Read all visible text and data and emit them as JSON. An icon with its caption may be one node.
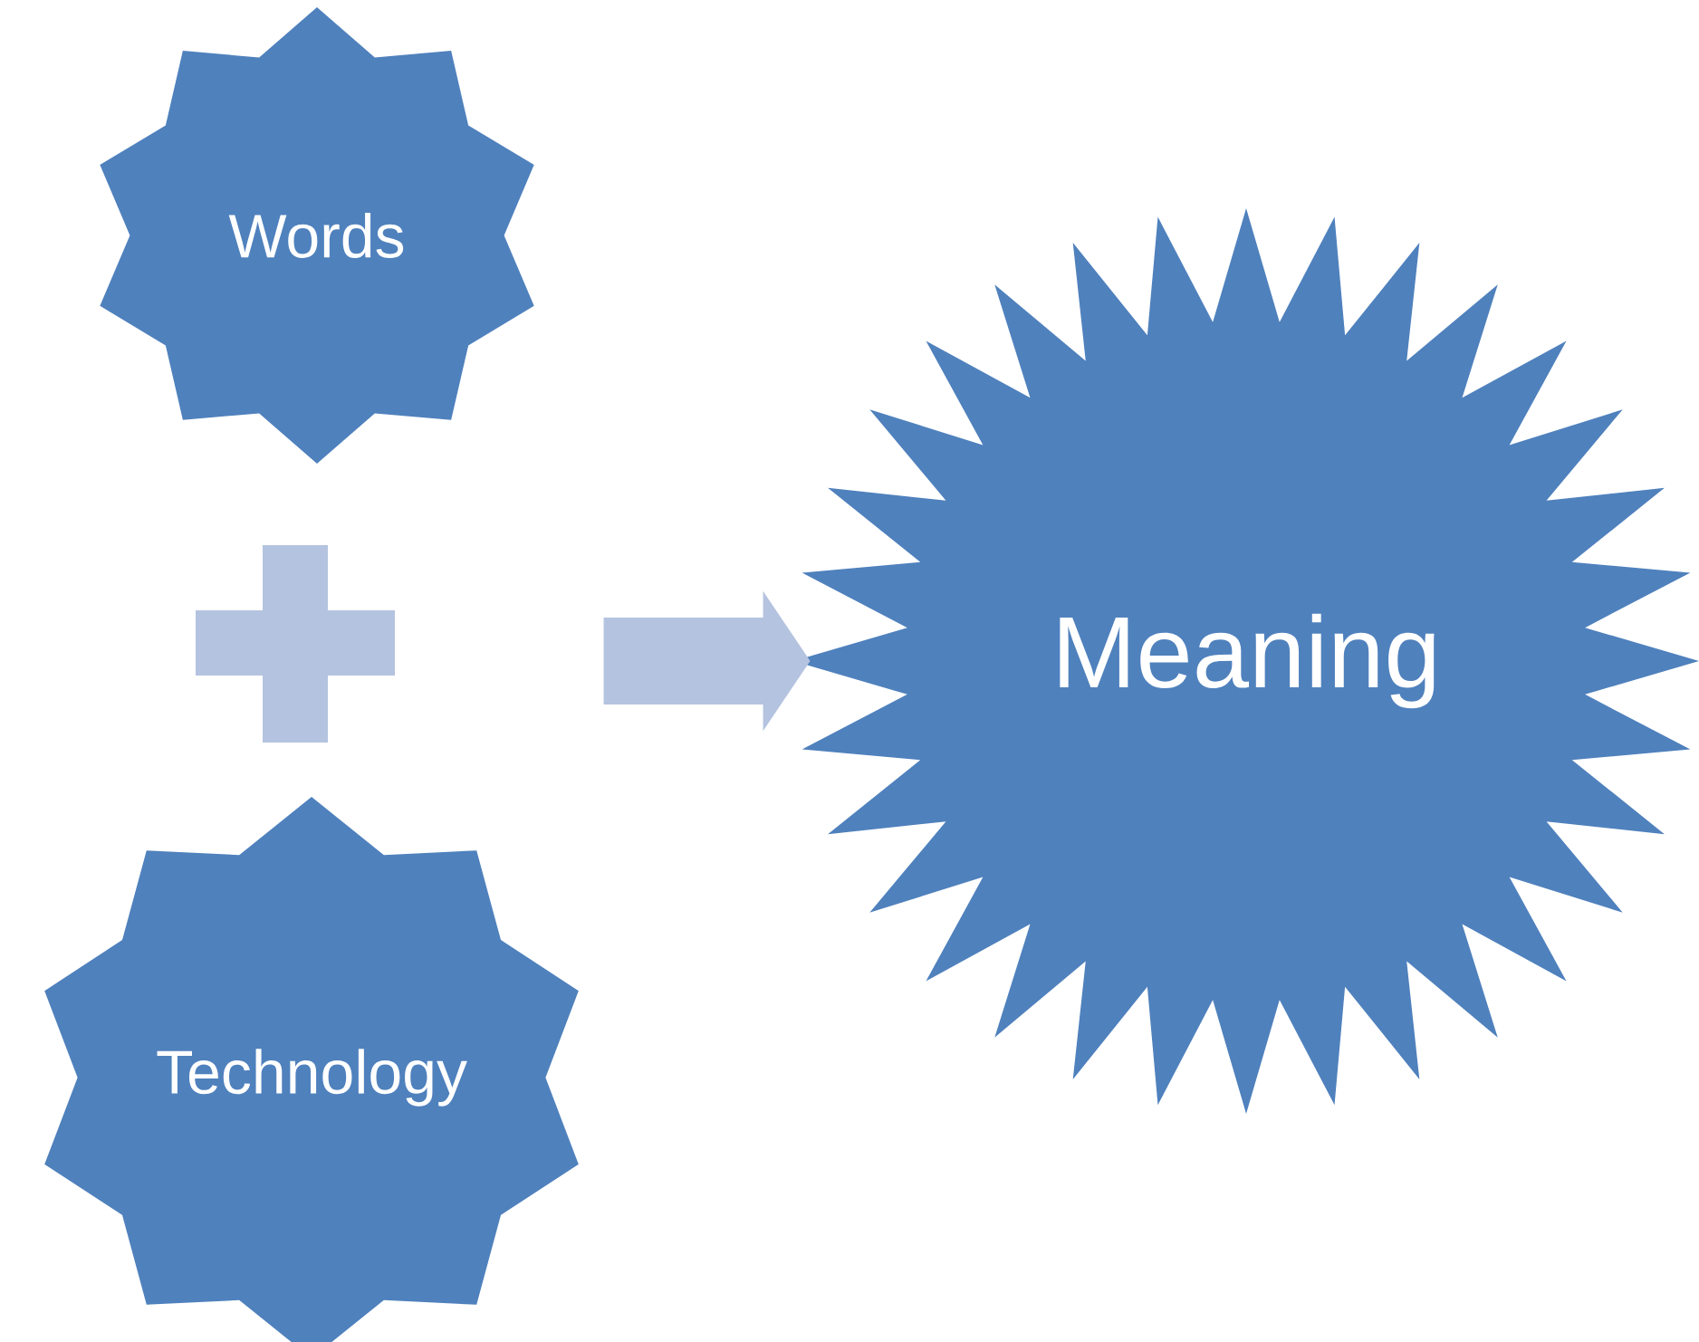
{
  "diagram": {
    "nodes": [
      {
        "text": [
          "Words"
        ]
      },
      {
        "text": [
          "Technology"
        ]
      },
      {
        "text": [
          "Meaning"
        ]
      }
    ],
    "edges": [
      {
        "from": null,
        "to": 2,
        "arrow": "to"
      }
    ]
  }
}
